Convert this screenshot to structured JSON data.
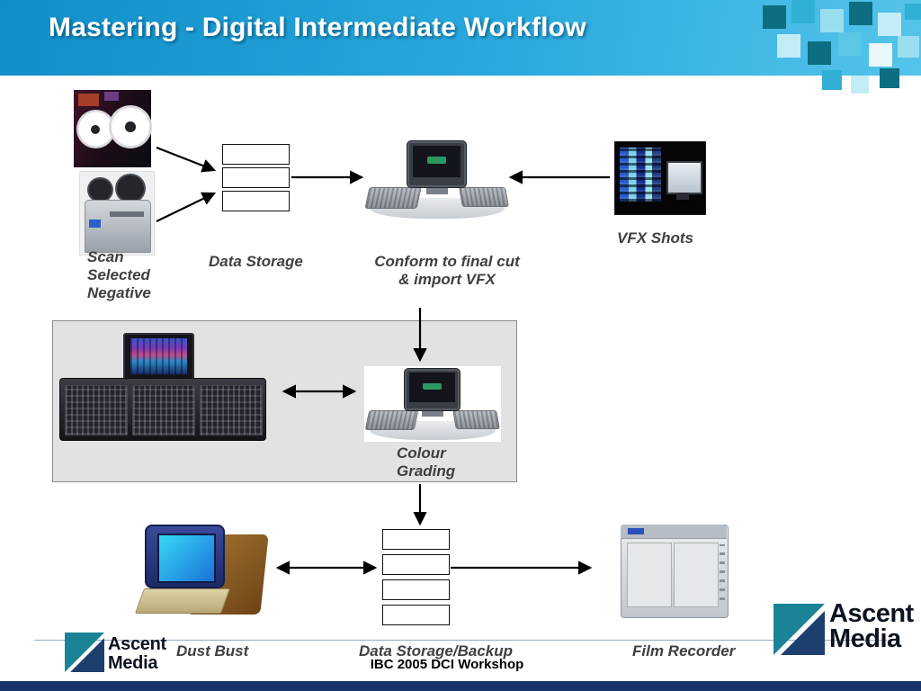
{
  "slide": {
    "title": "Mastering - Digital Intermediate Workflow"
  },
  "workflow": {
    "scan_label": "Scan\nSelected\nNegative",
    "data_storage_label": "Data Storage",
    "conform_label": "Conform to final cut\n& import VFX",
    "vfx_label": "VFX Shots",
    "colour_grading_label": "Colour\nGrading",
    "dust_bust_label": "Dust Bust",
    "backup_label": "Data Storage/Backup",
    "film_recorder_label": "Film Recorder"
  },
  "footer": {
    "workshop_label": "IBC 2005 DCI Workshop",
    "logo_line1": "Ascent",
    "logo_line2": "Media"
  },
  "colors": {
    "header_blue_dark": "#118ec9",
    "header_blue_light": "#55c4ea",
    "mosaic_teal_dark": "#0c6e80",
    "mosaic_teal": "#2fb0d4",
    "mosaic_teal_light": "#9adfef",
    "logo_teal": "#1a8496",
    "logo_navy": "#1c3f6e",
    "footer_bar_navy": "#17356b",
    "label_gray": "#3f3f3f"
  }
}
